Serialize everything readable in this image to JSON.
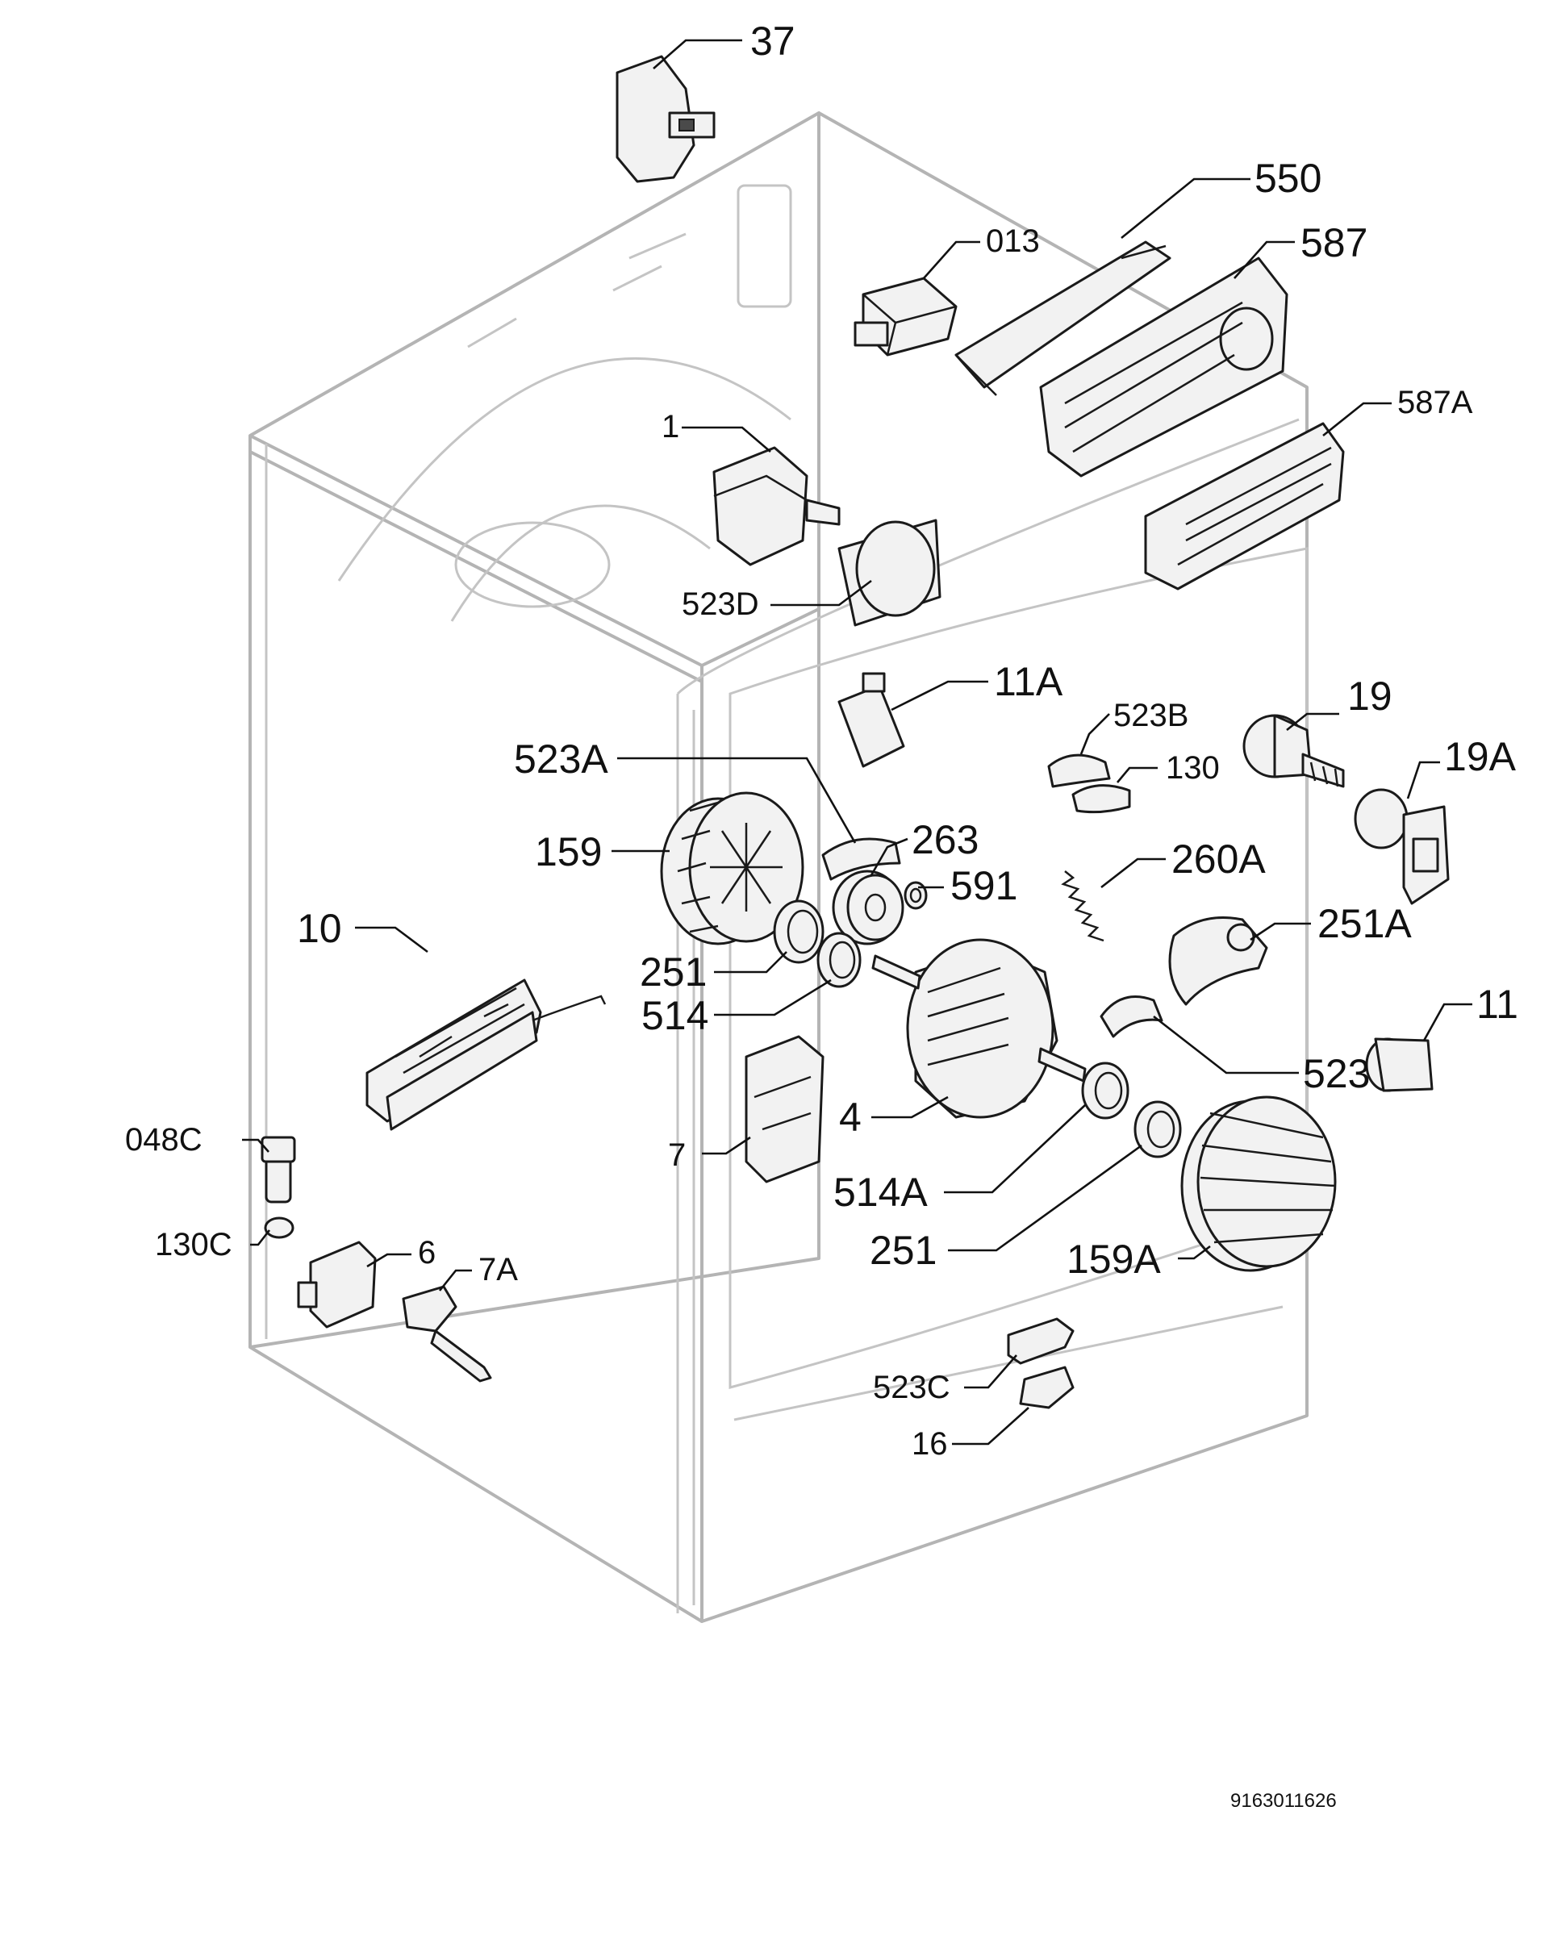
{
  "diagram": {
    "labels": [
      {
        "id": "37",
        "text": "37"
      },
      {
        "id": "550",
        "text": "550"
      },
      {
        "id": "587",
        "text": "587"
      },
      {
        "id": "013",
        "text": "013"
      },
      {
        "id": "587A",
        "text": "587A"
      },
      {
        "id": "1",
        "text": "1"
      },
      {
        "id": "523D",
        "text": "523D"
      },
      {
        "id": "11A",
        "text": "11A"
      },
      {
        "id": "19",
        "text": "19"
      },
      {
        "id": "19A",
        "text": "19A"
      },
      {
        "id": "523B",
        "text": "523B"
      },
      {
        "id": "130",
        "text": "130"
      },
      {
        "id": "523A",
        "text": "523A"
      },
      {
        "id": "159",
        "text": "159"
      },
      {
        "id": "263",
        "text": "263"
      },
      {
        "id": "591",
        "text": "591"
      },
      {
        "id": "260A",
        "text": "260A"
      },
      {
        "id": "10",
        "text": "10"
      },
      {
        "id": "251-upper",
        "text": "251"
      },
      {
        "id": "251A",
        "text": "251A"
      },
      {
        "id": "514",
        "text": "514"
      },
      {
        "id": "11",
        "text": "11"
      },
      {
        "id": "523",
        "text": "523"
      },
      {
        "id": "4",
        "text": "4"
      },
      {
        "id": "048C",
        "text": "048C"
      },
      {
        "id": "7",
        "text": "7"
      },
      {
        "id": "514A",
        "text": "514A"
      },
      {
        "id": "130C",
        "text": "130C"
      },
      {
        "id": "6",
        "text": "6"
      },
      {
        "id": "7A",
        "text": "7A"
      },
      {
        "id": "251-lower",
        "text": "251"
      },
      {
        "id": "159A",
        "text": "159A"
      },
      {
        "id": "523C",
        "text": "523C"
      },
      {
        "id": "16",
        "text": "16"
      }
    ],
    "drawing_code": "9163011626"
  }
}
